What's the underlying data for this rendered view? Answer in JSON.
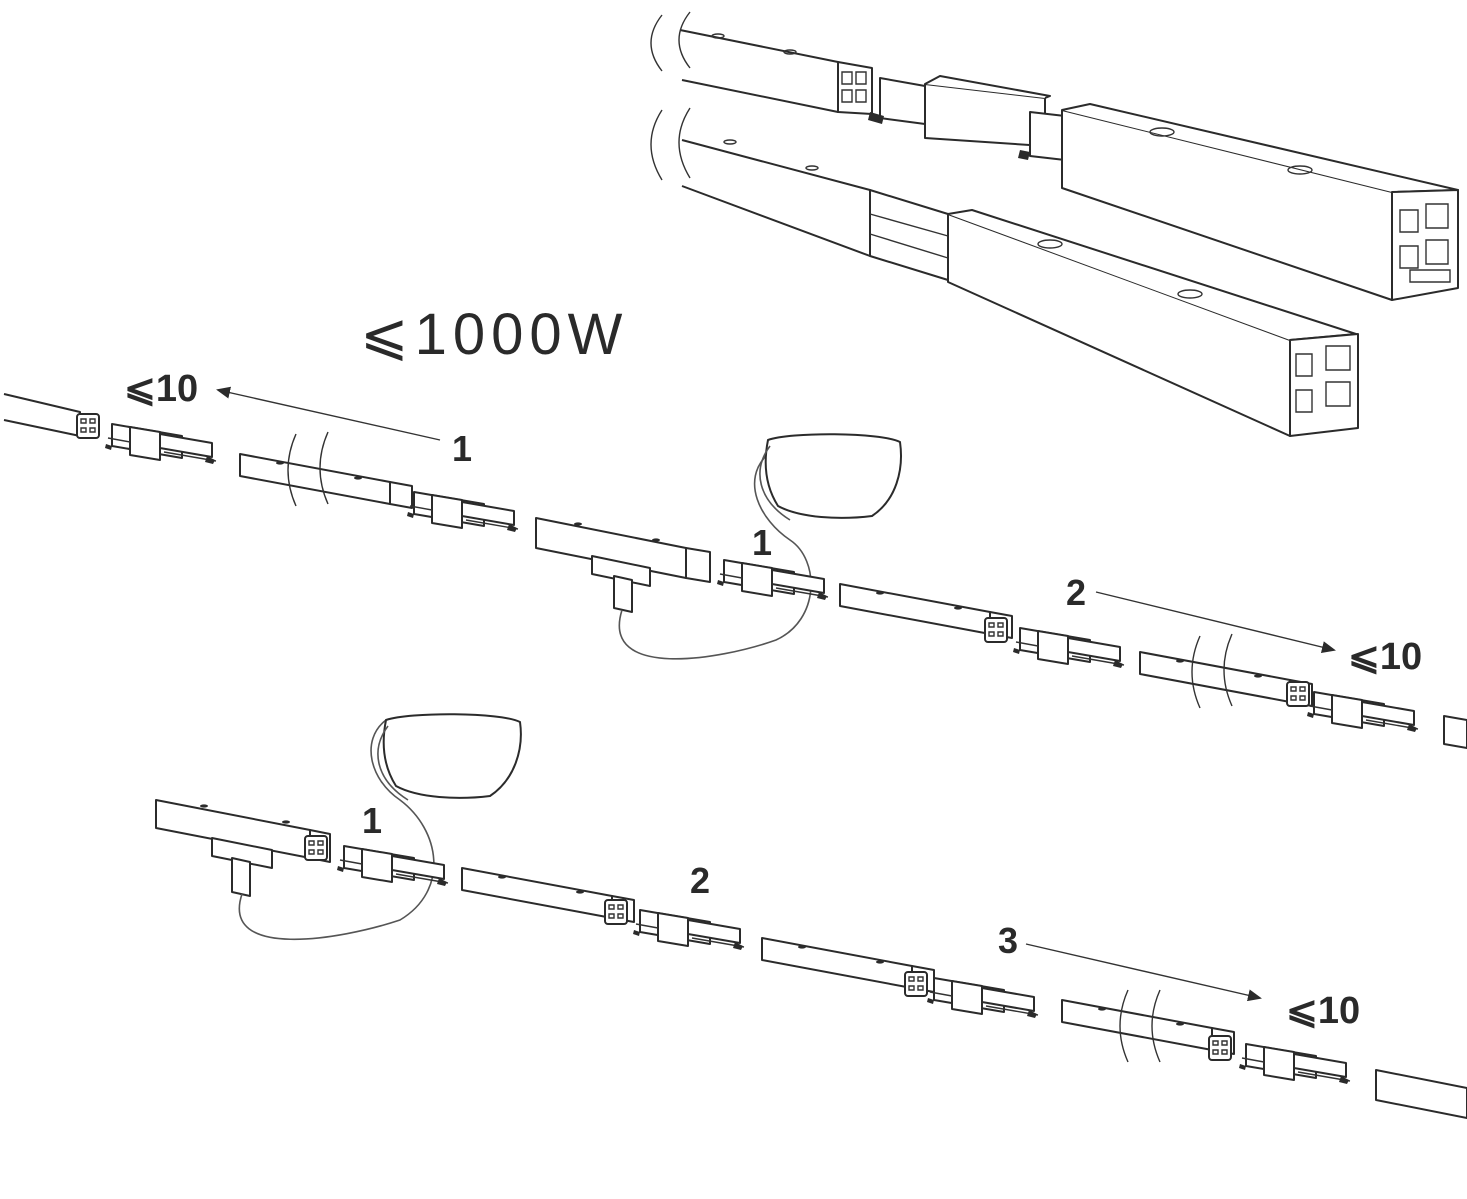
{
  "labels": {
    "max_power": "⩽1000W",
    "max_a": "⩽10",
    "max_b": "⩽10",
    "max_c": "⩽10",
    "n1_top": "1",
    "n1_mid": "1",
    "n2_mid": "2",
    "n1_bot": "1",
    "n2_bot": "2",
    "n3_bot": "3"
  },
  "icons": [
    "track-profile-icon",
    "connector-icon",
    "t-feeder-icon",
    "power-supply-icon",
    "arrow-icon"
  ],
  "colors": {
    "line": "#2b2b2b",
    "background": "#ffffff"
  }
}
